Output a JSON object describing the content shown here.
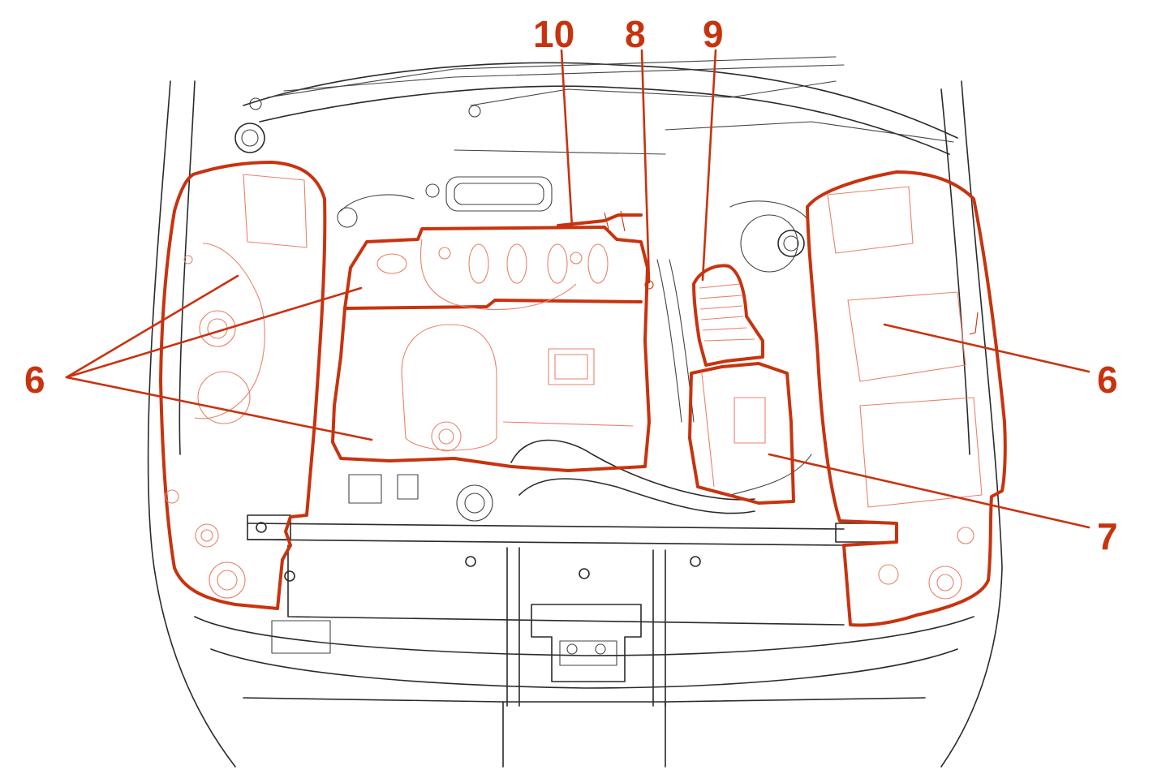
{
  "colors": {
    "highlight": "#c8330f",
    "highlight_light": "#e9826b",
    "line_art": "#2a2a2a",
    "background": "#ffffff"
  },
  "callouts": {
    "c10": "10",
    "c8": "8",
    "c9": "9",
    "c6_left": "6",
    "c6_right": "6",
    "c7": "7"
  }
}
